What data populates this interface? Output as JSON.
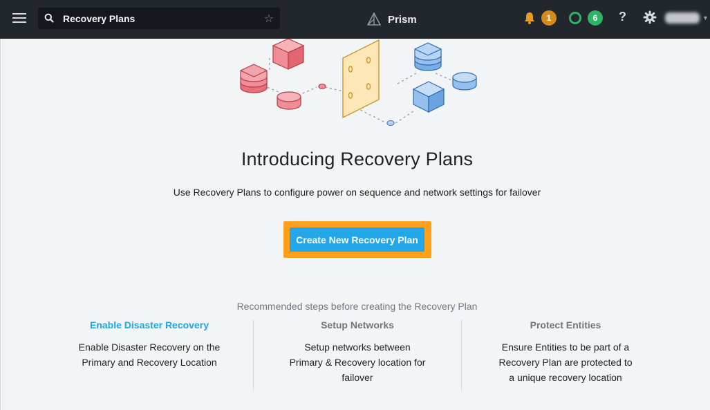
{
  "header": {
    "search_value": "Recovery Plans",
    "brand_name": "Prism",
    "alerts_count": "1",
    "tasks_count": "6",
    "help_label": "?",
    "colors": {
      "alert": "#d98a1e",
      "tasks": "#2fb265",
      "topbar": "#22272e"
    }
  },
  "main": {
    "title": "Introducing Recovery Plans",
    "subtitle": "Use Recovery Plans to configure power on sequence and network settings for failover",
    "create_button_label": "Create New Recovery Plan",
    "recommended_heading": "Recommended steps before creating the Recovery Plan",
    "steps": [
      {
        "title": "Enable Disaster Recovery",
        "lines": [
          "Enable Disaster Recovery on the",
          "Primary and Recovery Location"
        ]
      },
      {
        "title": "Setup Networks",
        "lines": [
          "Setup networks between",
          "Primary & Recovery location for",
          "failover"
        ]
      },
      {
        "title": "Protect Entities",
        "lines": [
          "Ensure Entities to be part of a",
          "Recovery Plan are protected to",
          "a unique recovery location"
        ]
      }
    ],
    "colors": {
      "accent": "#24a7e8",
      "highlight": "#ff9f1a",
      "link": "#22a5e3"
    }
  }
}
